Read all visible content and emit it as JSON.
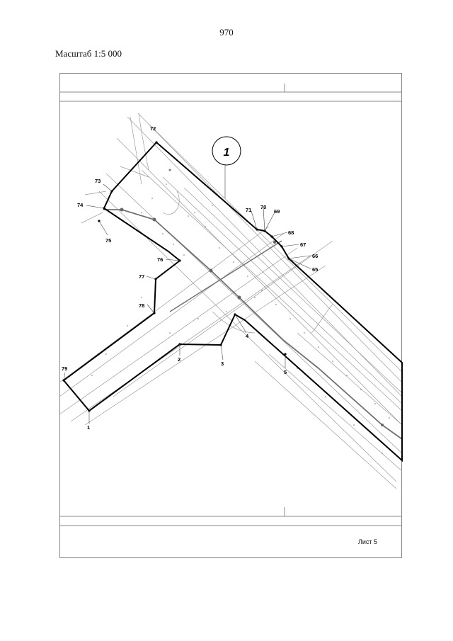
{
  "page_number": "970",
  "scale_label": "Масштаб 1:5 000",
  "sheet_label": "Лист 5",
  "parcel_label": "1",
  "points": [
    {
      "label": "72"
    },
    {
      "label": "73"
    },
    {
      "label": "74"
    },
    {
      "label": "75"
    },
    {
      "label": "76"
    },
    {
      "label": "77"
    },
    {
      "label": "78"
    },
    {
      "label": "79"
    },
    {
      "label": "1"
    },
    {
      "label": "2"
    },
    {
      "label": "3"
    },
    {
      "label": "4"
    },
    {
      "label": "5"
    },
    {
      "label": "65"
    },
    {
      "label": "66"
    },
    {
      "label": "67"
    },
    {
      "label": "68"
    },
    {
      "label": "69"
    },
    {
      "label": "70"
    },
    {
      "label": "71"
    }
  ],
  "colors": {
    "boundary": "#000000",
    "survey": "#8a8a8a",
    "frame": "#888888"
  }
}
